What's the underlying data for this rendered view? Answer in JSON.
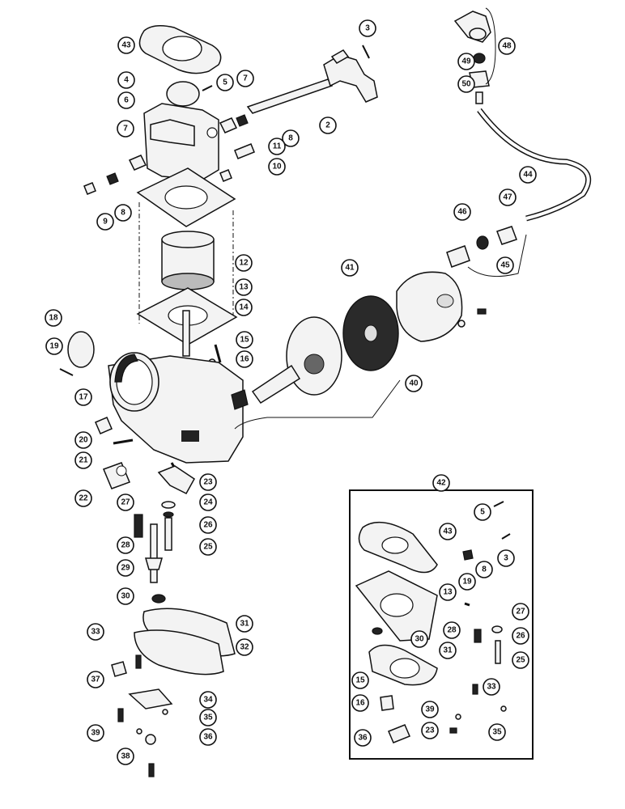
{
  "diagram": {
    "inset_group_label": "42",
    "numbers": {
      "n2": "2",
      "n3": "3",
      "n4": "4",
      "n5": "5",
      "n6": "6",
      "n7a": "7",
      "n7b": "7",
      "n8a": "8",
      "n8b": "8",
      "n9": "9",
      "n10": "10",
      "n11": "11",
      "n12": "12",
      "n13": "13",
      "n14": "14",
      "n15": "15",
      "n16": "16",
      "n17": "17",
      "n18": "18",
      "n19": "19",
      "n20": "20",
      "n21": "21",
      "n22": "22",
      "n23": "23",
      "n24": "24",
      "n25": "25",
      "n26": "26",
      "n27": "27",
      "n28": "28",
      "n29": "29",
      "n30": "30",
      "n31": "31",
      "n32": "32",
      "n33": "33",
      "n34": "34",
      "n35": "35",
      "n36": "36",
      "n37": "37",
      "n38": "38",
      "n39": "39",
      "n40": "40",
      "n41": "41",
      "n43": "43",
      "n44": "44",
      "n45": "45",
      "n46": "46",
      "n47": "47",
      "n48": "48",
      "n49": "49",
      "n50": "50"
    },
    "inset_numbers": {
      "i5": "5",
      "i43": "43",
      "i3": "3",
      "i8": "8",
      "i19": "19",
      "i13": "13",
      "i27": "27",
      "i28": "28",
      "i26": "26",
      "i30": "30",
      "i31": "31",
      "i25": "25",
      "i15": "15",
      "i33": "33",
      "i16": "16",
      "i39": "39",
      "i35": "35",
      "i36": "36",
      "i23": "23"
    }
  }
}
